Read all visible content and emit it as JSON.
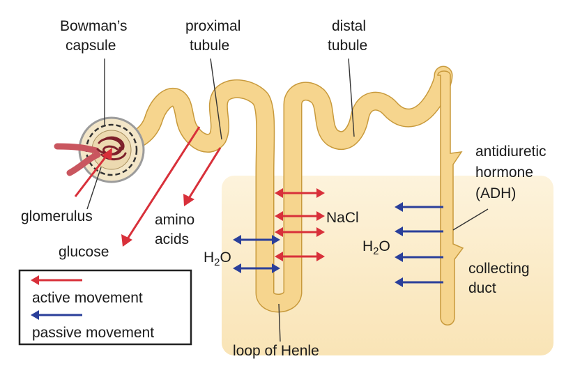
{
  "labels": {
    "bowmans_line1": "Bowman’s",
    "bowmans_line2": "capsule",
    "proximal_line1": "proximal",
    "proximal_line2": "tubule",
    "distal_line1": "distal",
    "distal_line2": "tubule",
    "adh_line1": "antidiuretic",
    "adh_line2": "hormone",
    "adh_line3": "(ADH)",
    "glomerulus": "glomerulus",
    "amino_line1": "amino",
    "amino_line2": "acids",
    "glucose": "glucose",
    "nacl": "NaCl",
    "h2o_left_main": "H",
    "h2o_left_sub": "2",
    "h2o_left_tail": "O",
    "h2o_right_main": "H",
    "h2o_right_sub": "2",
    "h2o_right_tail": "O",
    "collecting_line1": "collecting",
    "collecting_line2": "duct",
    "loop": "loop of Henle"
  },
  "legend": {
    "active": "active movement",
    "passive": "passive movement"
  },
  "colors": {
    "active_arrow": "#d8303a",
    "passive_arrow": "#2a3f9a",
    "tubule_fill": "#f6d58e",
    "tubule_stroke": "#c89a3c",
    "medulla_fill": "#fbe9c2",
    "vessel": "#c9565f"
  }
}
